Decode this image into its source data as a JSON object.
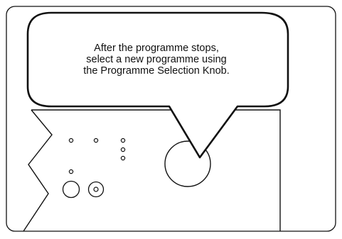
{
  "instruction": {
    "lines": [
      "After the programme stops,",
      "select a new programme using",
      "the Programme Selection Knob."
    ]
  },
  "colors": {
    "stroke": "#111111",
    "background": "#ffffff"
  },
  "icons": {
    "panel": "control-panel-outline",
    "knob": "programme-selection-knob",
    "bubble": "speech-bubble"
  }
}
